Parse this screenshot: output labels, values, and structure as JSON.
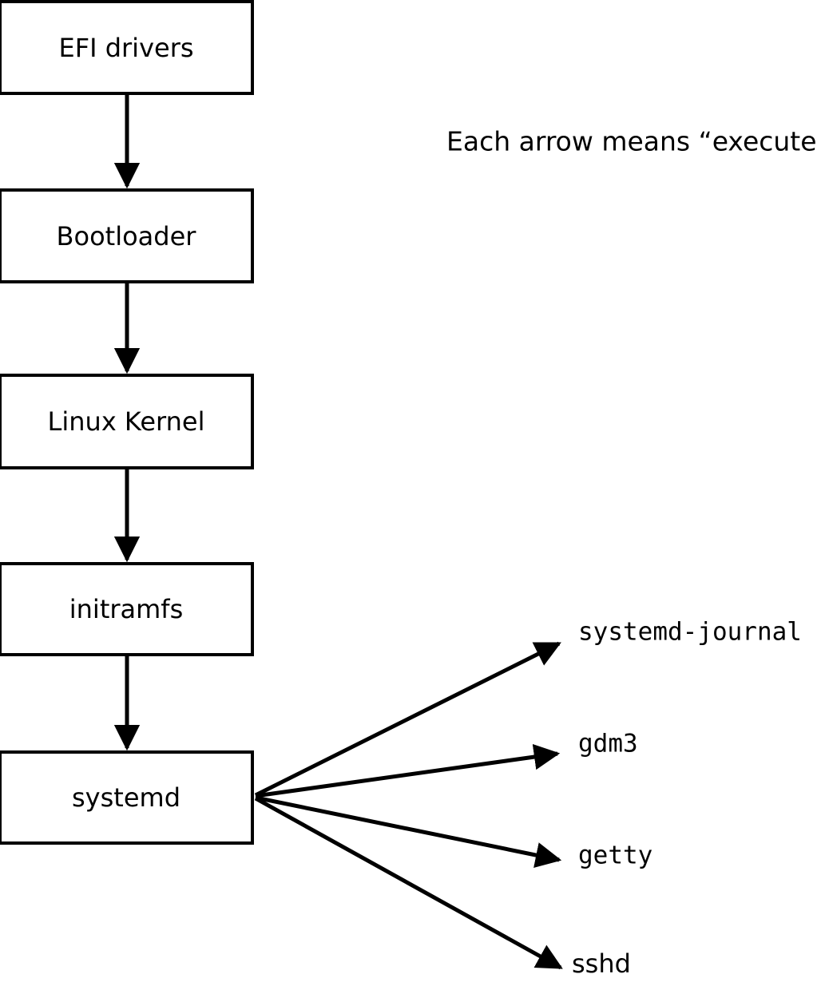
{
  "diagram": {
    "background_color": "#ffffff",
    "line_color": "#000000",
    "note": "Each arrow means “executes”.",
    "chain": [
      {
        "label": "EFI drivers"
      },
      {
        "label": "Bootloader"
      },
      {
        "label": "Linux Kernel"
      },
      {
        "label": "initramfs"
      },
      {
        "label": "systemd"
      }
    ],
    "children": [
      {
        "label": "systemd-journal"
      },
      {
        "label": "gdm3"
      },
      {
        "label": "getty"
      },
      {
        "label": "sshd"
      }
    ]
  }
}
